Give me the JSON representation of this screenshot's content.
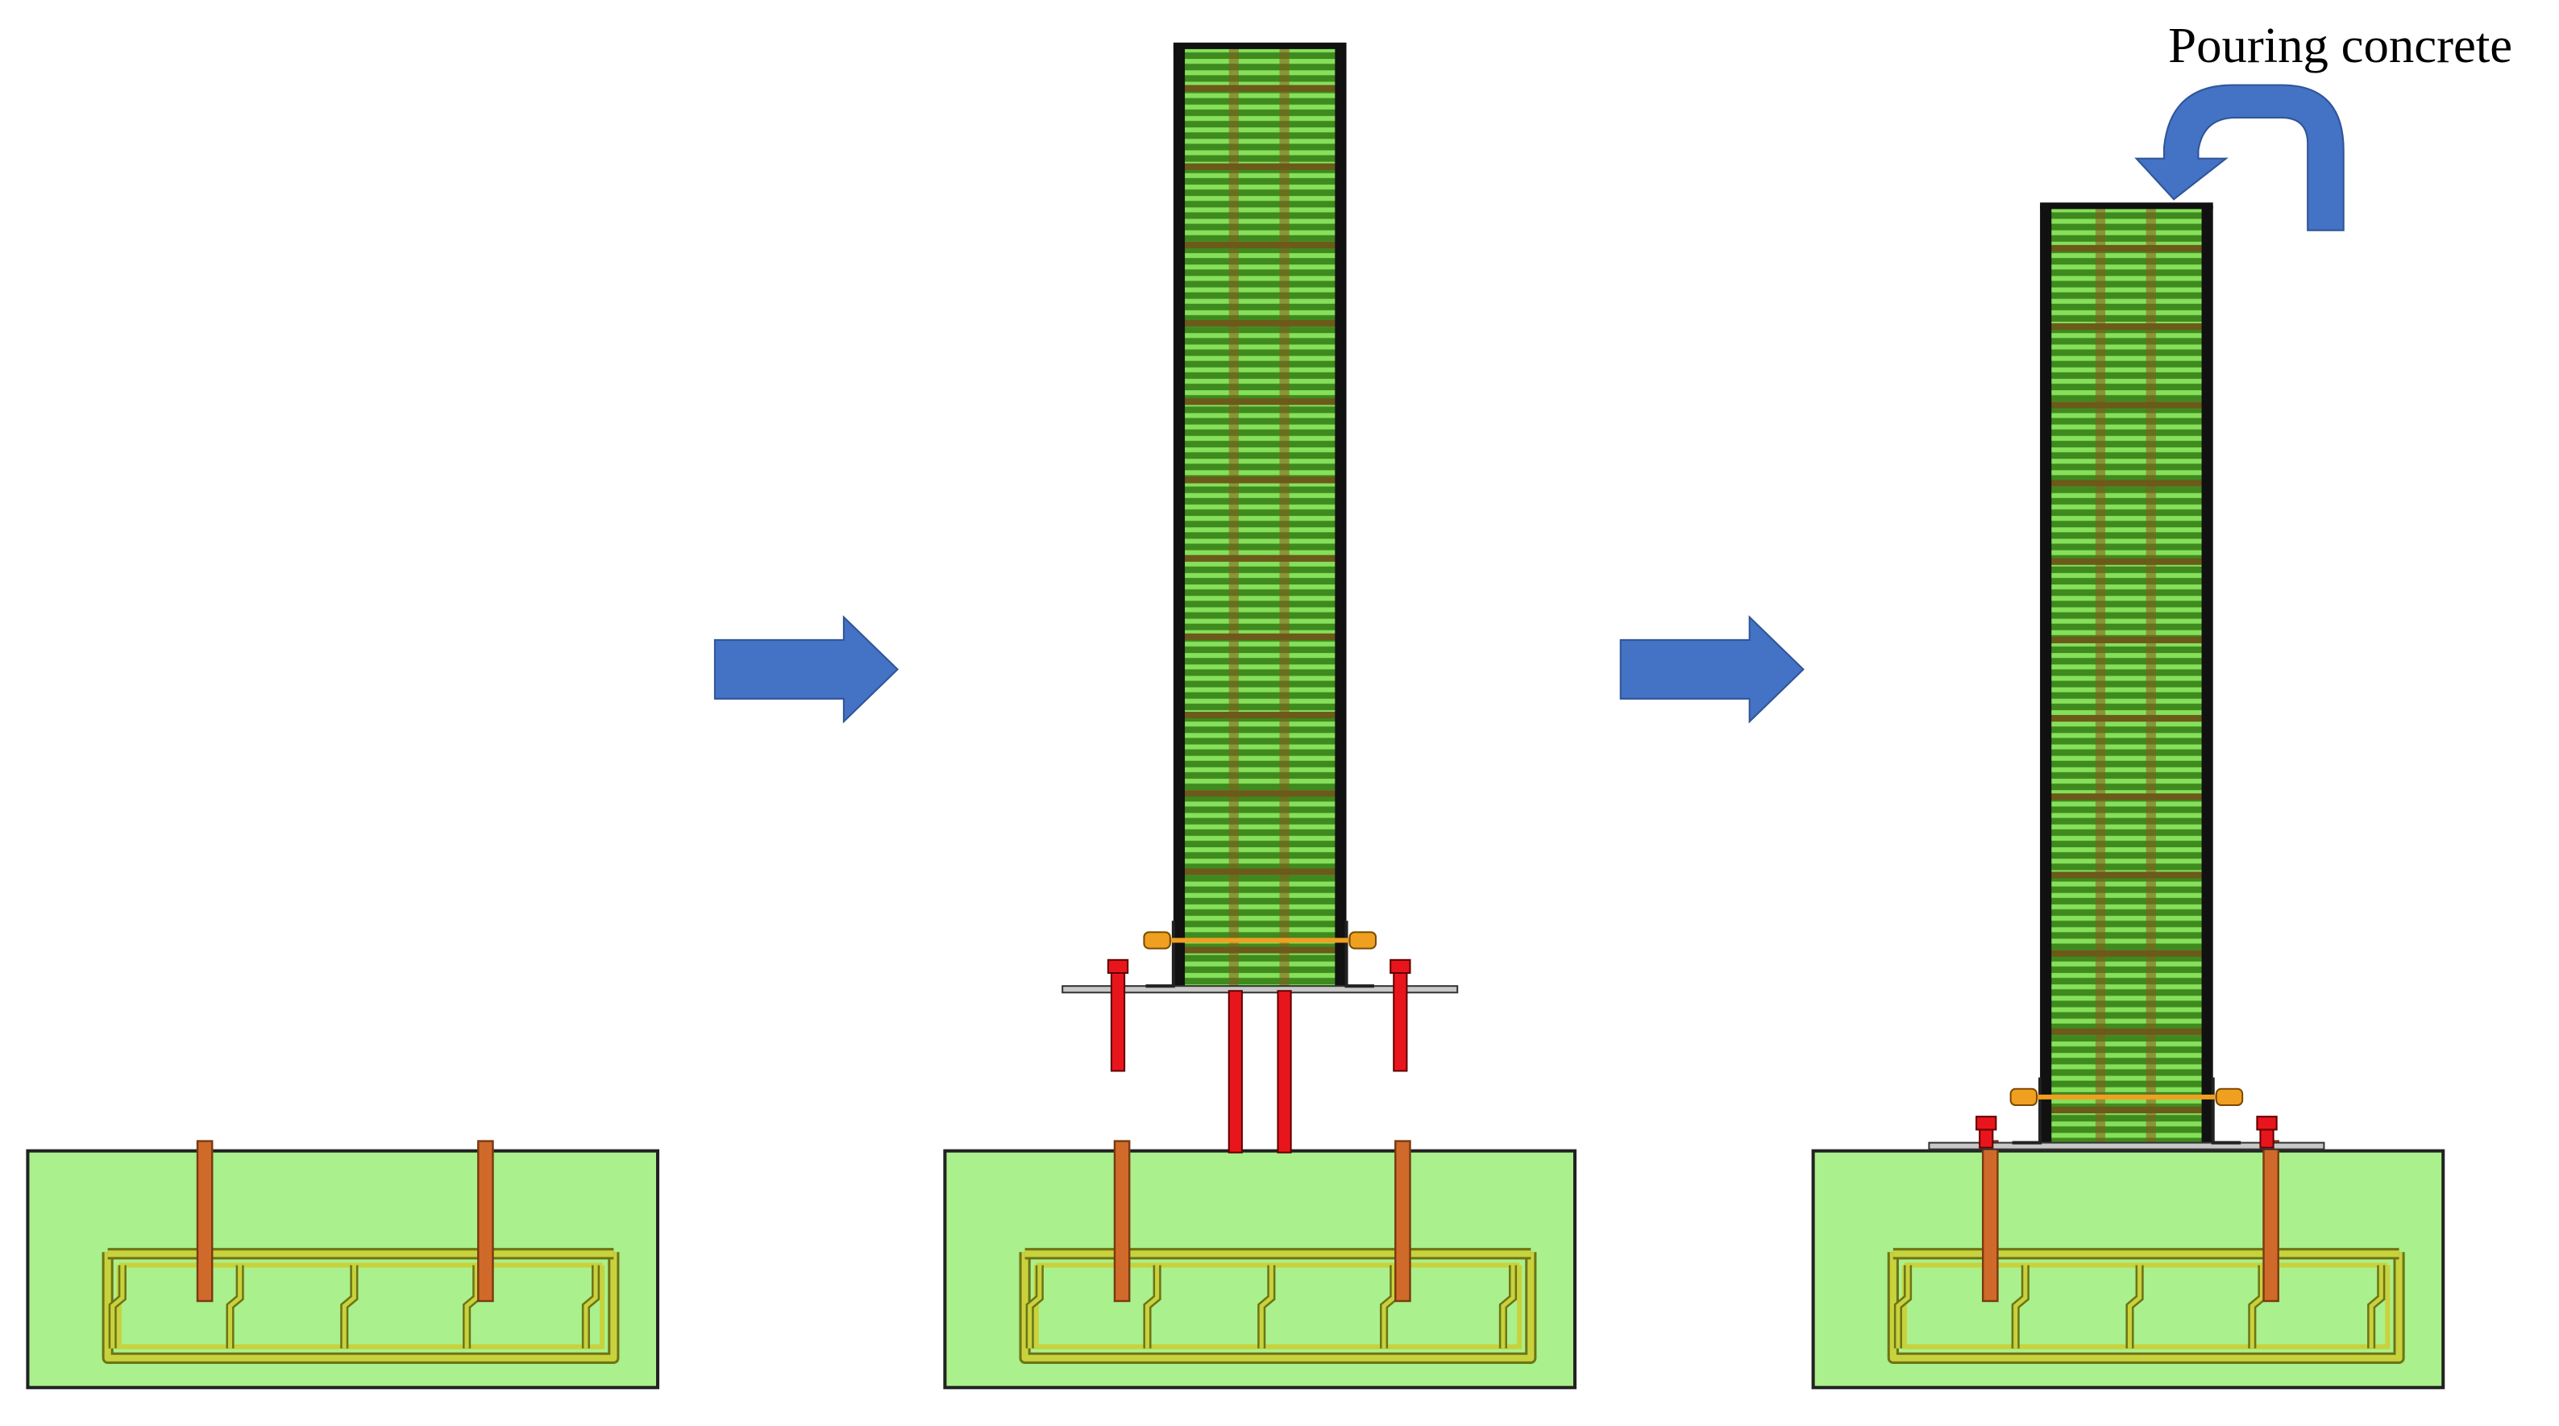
{
  "annotation": {
    "pouring_label": "Pouring concrete"
  },
  "colors": {
    "foundation_fill": "#aaf08c",
    "foundation_edge": "#222222",
    "cage_yellow": "#c8d23c",
    "cage_stroke": "#6e7416",
    "anchor_bar": "#d06a2a",
    "anchor_edge": "#7a3a12",
    "column_green": "#3f8a1e",
    "column_light": "#7cdc52",
    "steel_black": "#111111",
    "tie_band": "#6b5a1a",
    "bolt_red": "#e8161c",
    "bolt_edge": "#600000",
    "nut_orange": "#f0a020",
    "arrow_blue": "#4472c4",
    "plate_grey": "#c8c8c8"
  },
  "stages": [
    {
      "id": "stage-1",
      "name": "foundation-with-anchor-bars"
    },
    {
      "id": "stage-2",
      "name": "prefabricated-column-lowering"
    },
    {
      "id": "stage-3",
      "name": "column-installed-pouring"
    }
  ]
}
